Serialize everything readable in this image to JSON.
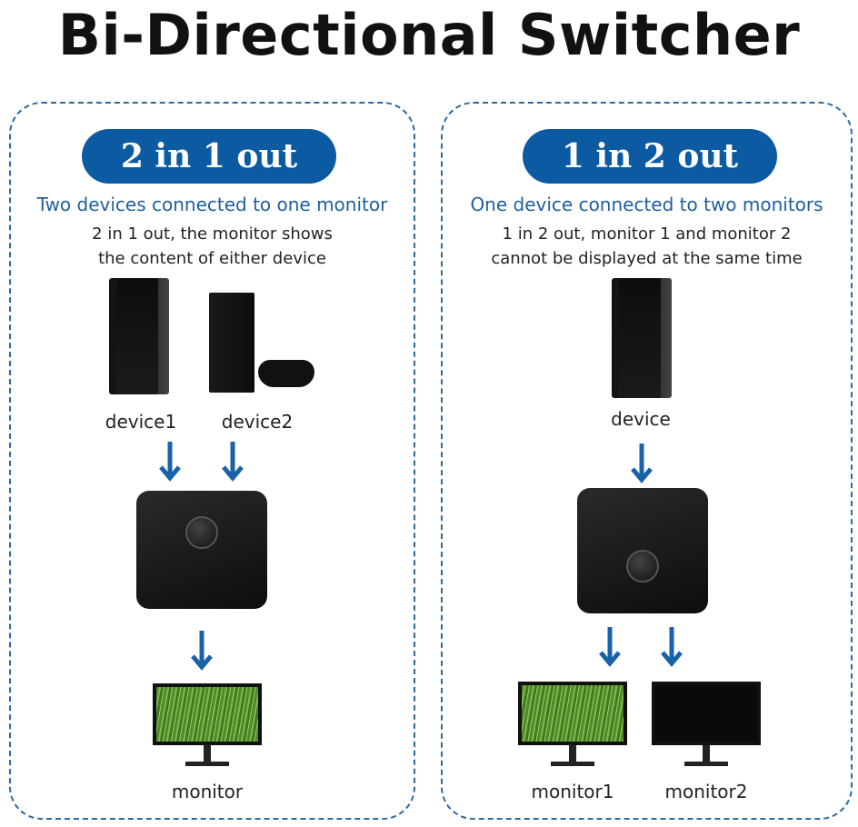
{
  "title": "Bi-Directional Switcher",
  "left": {
    "pill": "2 in 1 out",
    "subtitle": "Two devices connected to one monitor",
    "desc_line1": "2 in 1 out, the monitor shows",
    "desc_line2": "the content of either device",
    "device1": "device1",
    "device2": "device2",
    "monitor": "monitor"
  },
  "right": {
    "pill": "1 in 2 out",
    "subtitle": "One device connected to two monitors",
    "desc_line1": "1 in 2 out, monitor 1 and monitor 2",
    "desc_line2": "cannot be displayed at the same time",
    "device": "device",
    "monitor1": "monitor1",
    "monitor2": "monitor2"
  },
  "colors": {
    "accent": "#0b5aa2",
    "border": "#2d6aa0"
  }
}
